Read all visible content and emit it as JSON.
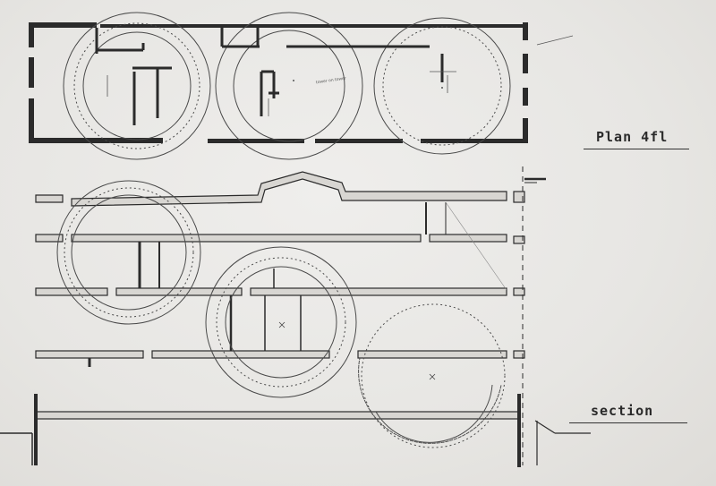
{
  "plan": {
    "label": "Plan  4fl",
    "note": "tower on tower"
  },
  "section": {
    "label": "section"
  },
  "colors": {
    "paper": "#e9e8e6",
    "wall": "#2b2b2b",
    "line": "#3a3a3a"
  }
}
